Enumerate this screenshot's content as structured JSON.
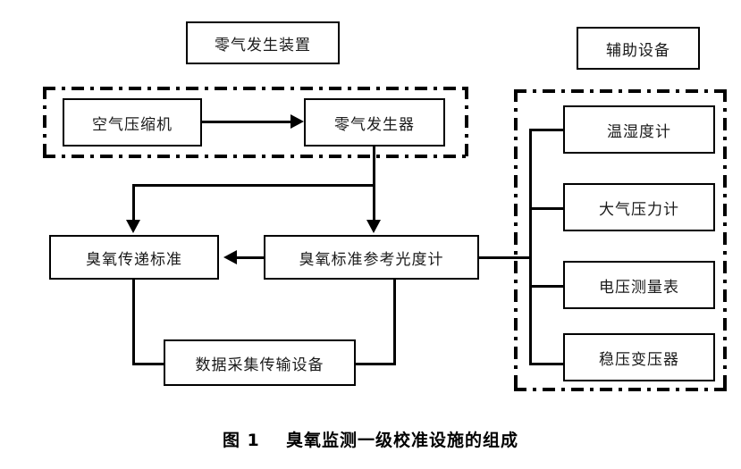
{
  "figure": {
    "caption_number": "图 1",
    "caption_title": "臭氧监测一级校准设施的组成"
  },
  "group_labels": {
    "zero_air": "零气发生装置",
    "auxiliary": "辅助设备"
  },
  "nodes": {
    "air_compressor": "空气压缩机",
    "zero_air_generator": "零气发生器",
    "ozone_transfer_standard": "臭氧传递标准",
    "ozone_reference_photometer": "臭氧标准参考光度计",
    "data_acquisition": "数据采集传输设备",
    "thermo_hygrometer": "温湿度计",
    "barometer": "大气压力计",
    "voltmeter": "电压测量表",
    "voltage_regulator": "稳压变压器"
  },
  "colors": {
    "line": "#000000",
    "box_border": "#000000",
    "background": "#ffffff",
    "text": "#1a1a1a"
  },
  "panels": {
    "zero_air_panel_style": "dash-dot",
    "auxiliary_panel_style": "dash-dot"
  }
}
